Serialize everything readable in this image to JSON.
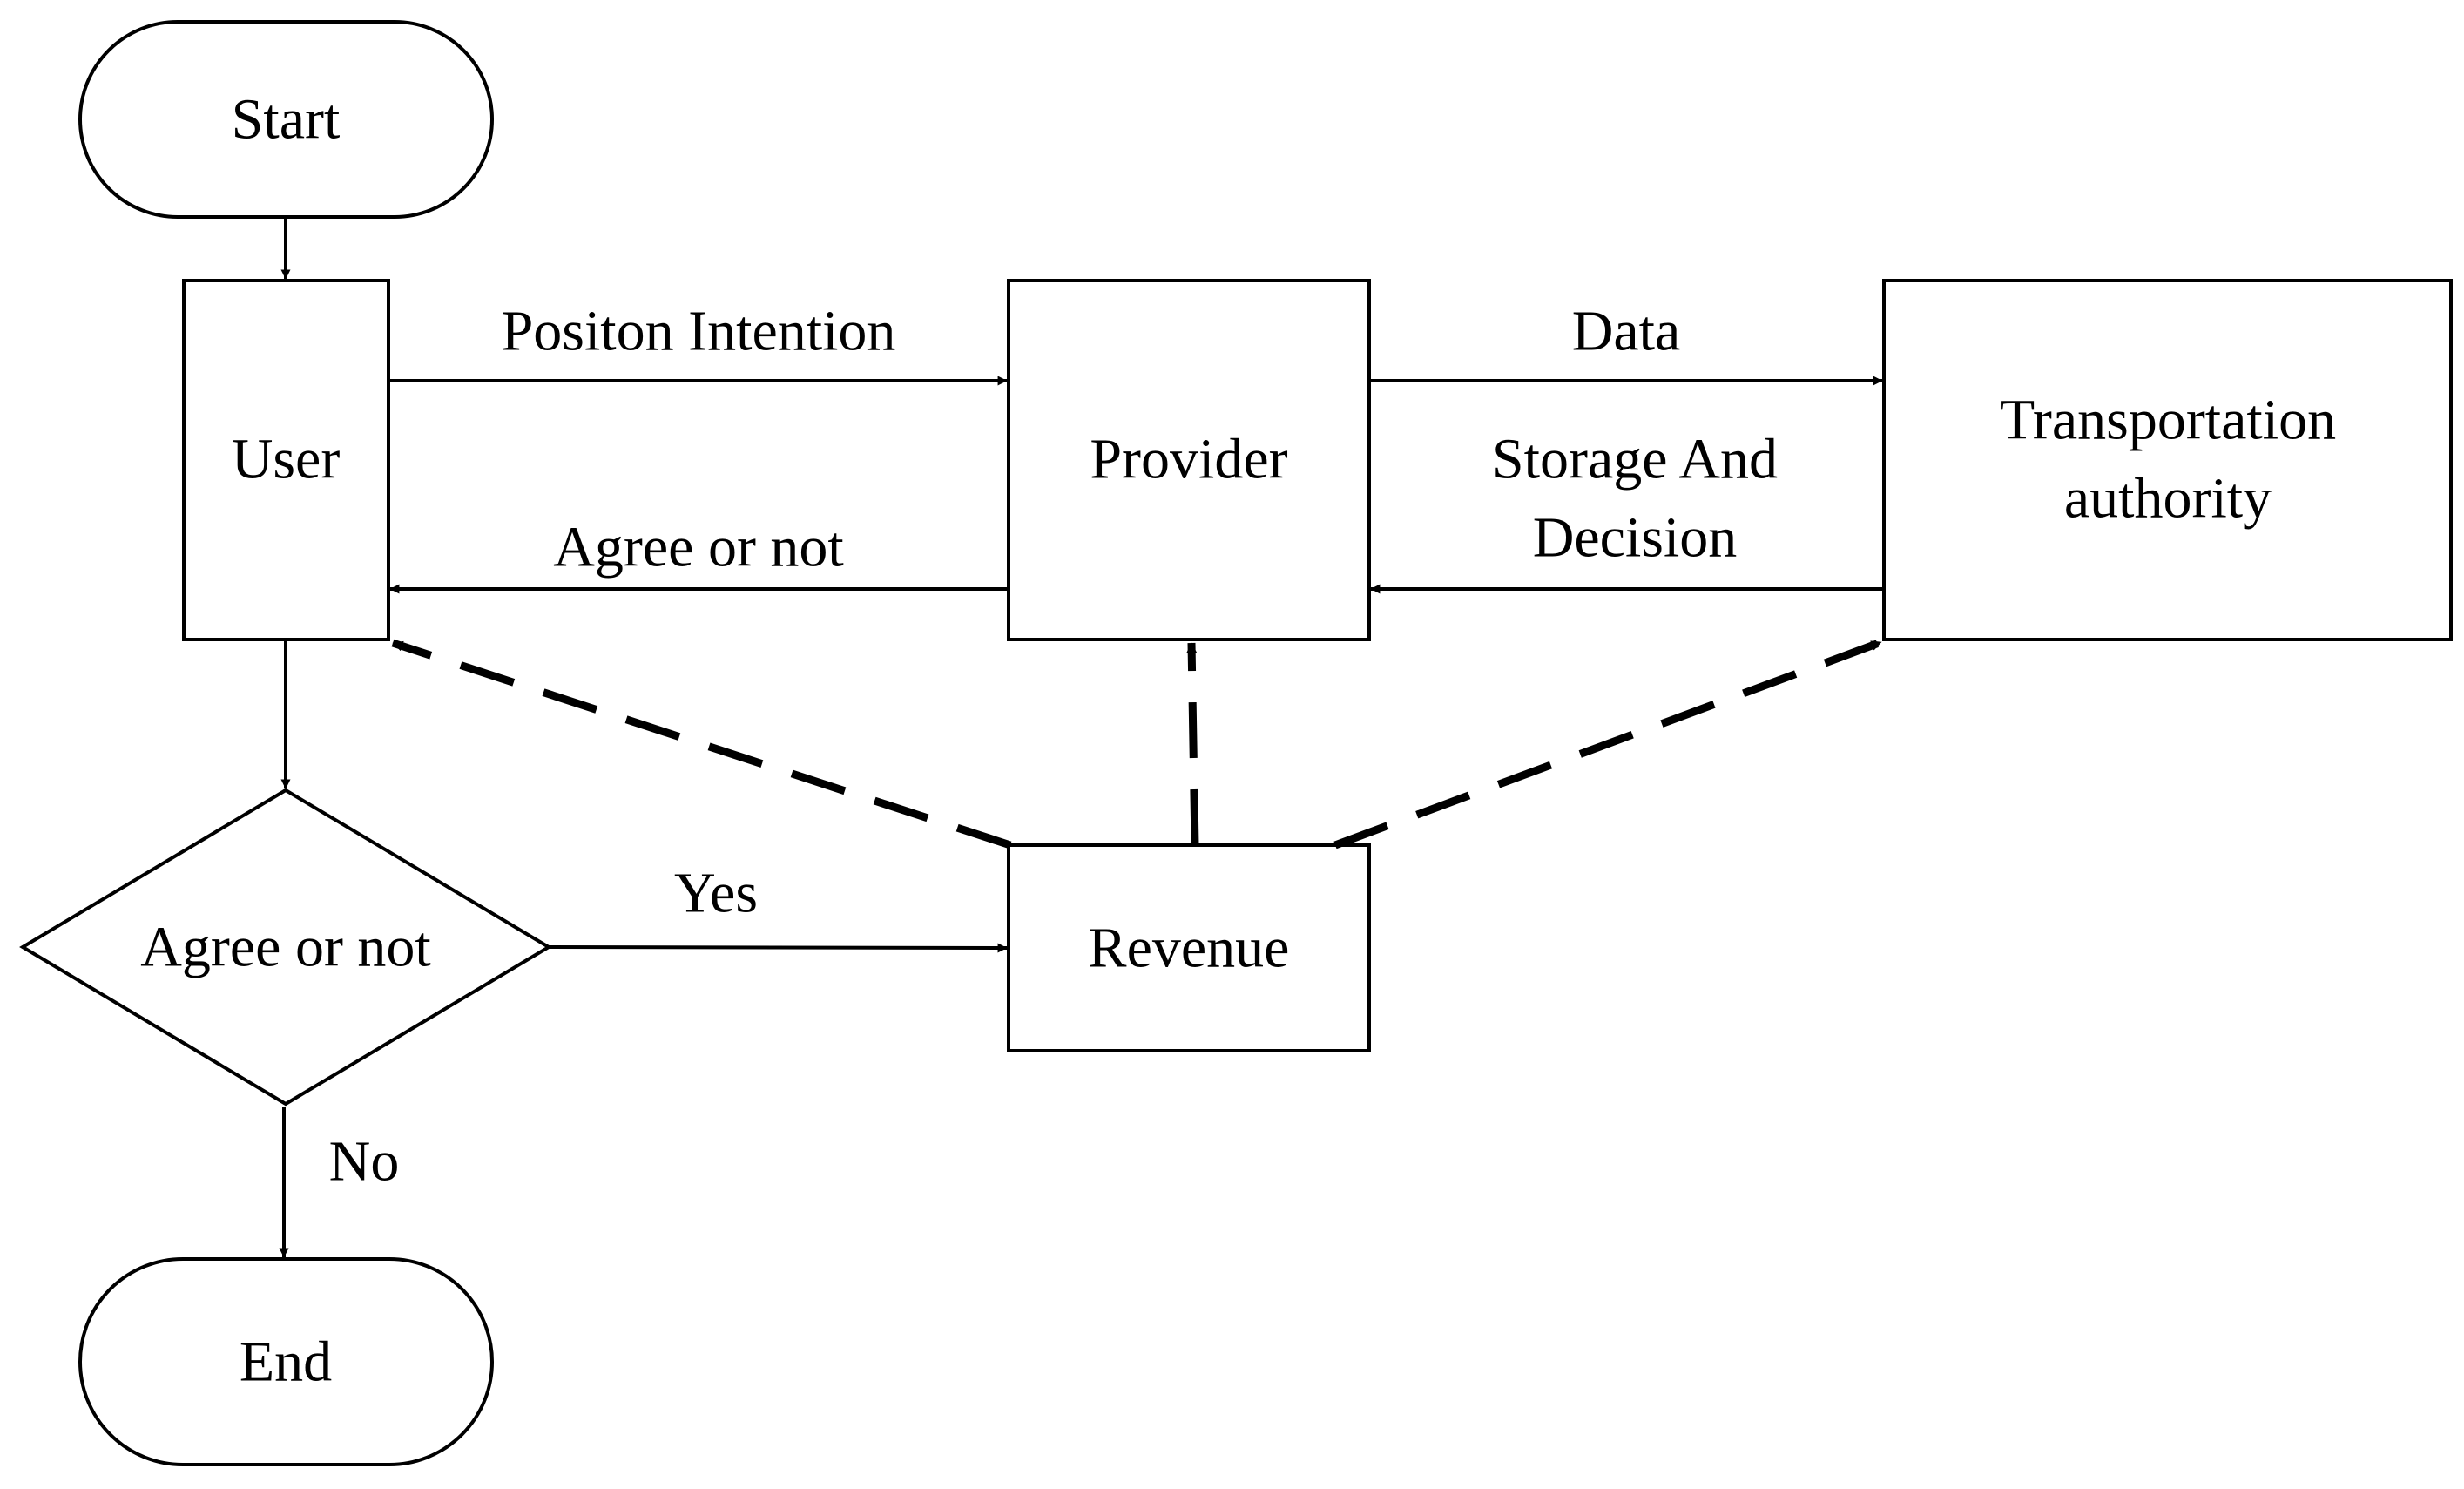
{
  "colors": {
    "stroke": "#000000",
    "fill": "#ffffff",
    "background": "#ffffff"
  },
  "nodes": {
    "start": "Start",
    "user": "User",
    "provider": "Provider",
    "transport_line1": "Transportation",
    "transport_line2": "authority",
    "decision": "Agree or not",
    "revenue": "Revenue",
    "end": "End"
  },
  "edges": {
    "position_intention": "Positon Intention",
    "data": "Data",
    "storage_line1": "Storage And",
    "storage_line2": "Decision",
    "agree_or_not": "Agree or not",
    "yes": "Yes",
    "no": "No"
  }
}
